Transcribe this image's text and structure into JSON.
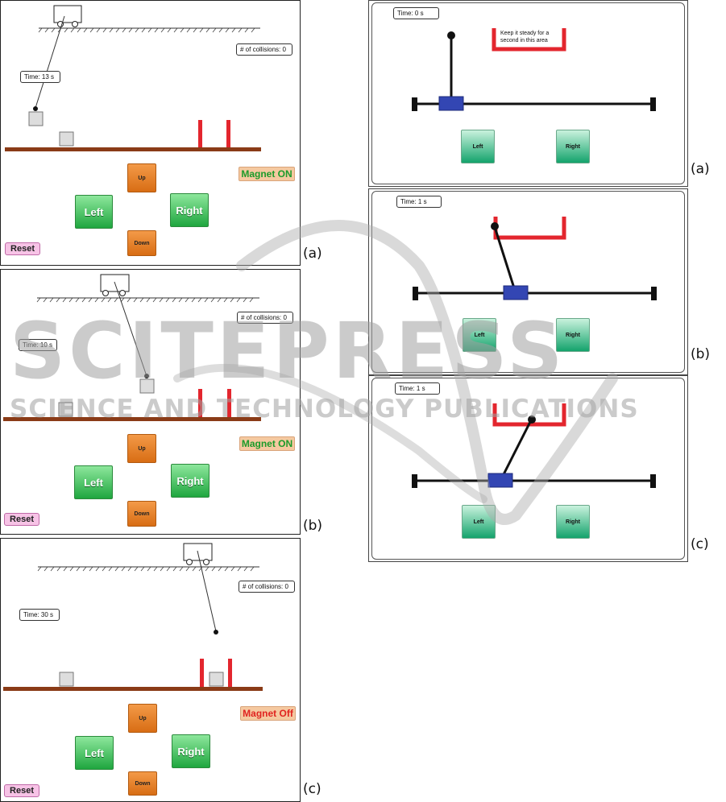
{
  "left_panels": [
    {
      "id": "a",
      "sub_label": "(a)",
      "time": "Time: 13 s",
      "collisions": "# of collisions: 0",
      "up_label": "Up",
      "down_label": "Down",
      "left_label": "Left",
      "right_label": "Right",
      "reset_label": "Reset",
      "magnet_label": "Magnet ON",
      "magnet_state": "on"
    },
    {
      "id": "b",
      "sub_label": "(b)",
      "time": "Time: 10 s",
      "collisions": "# of collisions: 0",
      "up_label": "Up",
      "down_label": "Down",
      "left_label": "Left",
      "right_label": "Right",
      "reset_label": "Reset",
      "magnet_label": "Magnet ON",
      "magnet_state": "on"
    },
    {
      "id": "c",
      "sub_label": "(c)",
      "time": "Time: 30 s",
      "collisions": "# of collisions: 0",
      "up_label": "Up",
      "down_label": "Down",
      "left_label": "Left",
      "right_label": "Right",
      "reset_label": "Reset",
      "magnet_label": "Magnet Off",
      "magnet_state": "off"
    }
  ],
  "right_panels": [
    {
      "id": "a",
      "sub_label": "(a)",
      "time": "Time: 0 s",
      "instruction": "Keep it steady for a second in this area",
      "left_label": "Left",
      "right_label": "Right"
    },
    {
      "id": "b",
      "sub_label": "(b)",
      "time": "Time: 1 s",
      "left_label": "Left",
      "right_label": "Right"
    },
    {
      "id": "c",
      "sub_label": "(c)",
      "time": "Time: 1 s",
      "left_label": "Left",
      "right_label": "Right"
    }
  ],
  "watermark": {
    "title": "SCITEPRESS",
    "subtitle": "SCIENCE AND TECHNOLOGY PUBLICATIONS"
  },
  "colors": {
    "button_green": "#1fa63f",
    "button_orange": "#d86d14",
    "magnet_on_text": "#1c9b2a",
    "magnet_off_text": "#e02420",
    "target_red": "#e3262e",
    "cart_blue": "#3346b3",
    "floor_brown": "#8a3b17"
  }
}
